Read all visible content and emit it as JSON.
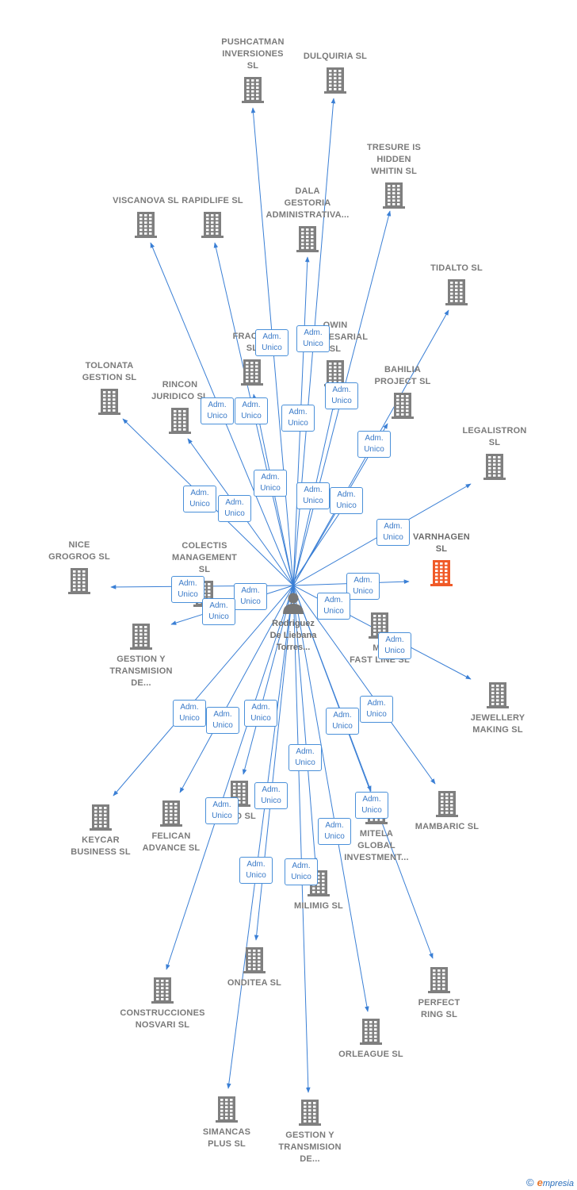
{
  "center": {
    "name": "Rodriguez\nDe Liebana\nTorres..."
  },
  "nodes": [
    {
      "id": "pushcatman",
      "label": "PUSHCATMAN\nINVERSIONES\nSL",
      "highlight": false
    },
    {
      "id": "dulquiria",
      "label": "DULQUIRIA  SL",
      "highlight": false
    },
    {
      "id": "tresure",
      "label": "TRESURE IS\nHIDDEN\nWHITIN  SL",
      "highlight": false
    },
    {
      "id": "viscanova",
      "label": "VISCANOVA  SL",
      "highlight": false
    },
    {
      "id": "rapidlife",
      "label": "RAPIDLIFE  SL",
      "highlight": false
    },
    {
      "id": "dala",
      "label": "DALA\nGESTORIA\nADMINISTRATIVA...",
      "highlight": false
    },
    {
      "id": "tidalto",
      "label": "TIDALTO  SL",
      "highlight": false
    },
    {
      "id": "frackm",
      "label": "FRACKM\nSL",
      "highlight": false
    },
    {
      "id": "owin",
      "label": "OWIN\nEMPRESARIAL\nSL",
      "highlight": false
    },
    {
      "id": "bahilia",
      "label": "BAHILIA\nPROJECT  SL",
      "highlight": false
    },
    {
      "id": "tolonata",
      "label": "TOLONATA\nGESTION  SL",
      "highlight": false
    },
    {
      "id": "rincon",
      "label": "RINCON\nJURIDICO SL",
      "highlight": false
    },
    {
      "id": "legalistron",
      "label": "LEGALISTRON\nSL",
      "highlight": false
    },
    {
      "id": "varnhagen",
      "label": "VARNHAGEN\nSL",
      "highlight": true
    },
    {
      "id": "nice",
      "label": "NICE\nGROGROG  SL",
      "highlight": false
    },
    {
      "id": "colectis",
      "label": "COLECTIS\nMANAGEMENT\nSL",
      "highlight": false
    },
    {
      "id": "gestion1",
      "label": "GESTION Y\nTRANSMISION\nDE...",
      "highlight": false
    },
    {
      "id": "fastline",
      "label": "MU\nFAST LINE  SL",
      "highlight": false
    },
    {
      "id": "jewellery",
      "label": "JEWELLERY\nMAKING  SL",
      "highlight": false
    },
    {
      "id": "keycar",
      "label": "KEYCAR\nBUSINESS  SL",
      "highlight": false
    },
    {
      "id": "felican",
      "label": "FELICAN\nADVANCE  SL",
      "highlight": false
    },
    {
      "id": "too",
      "label": "TOO  SL",
      "highlight": false
    },
    {
      "id": "mambaric",
      "label": "MAMBARIC  SL",
      "highlight": false
    },
    {
      "id": "mitela",
      "label": "MITELA\nGLOBAL\nINVESTMENT...",
      "highlight": false
    },
    {
      "id": "milimig",
      "label": "MILIMIG  SL",
      "highlight": false
    },
    {
      "id": "onditea",
      "label": "ONDITEA  SL",
      "highlight": false
    },
    {
      "id": "construcciones",
      "label": "CONSTRUCCIONES\nNOSVARI SL",
      "highlight": false
    },
    {
      "id": "perfect",
      "label": "PERFECT\nRING  SL",
      "highlight": false
    },
    {
      "id": "orleague",
      "label": "ORLEAGUE  SL",
      "highlight": false
    },
    {
      "id": "simancas",
      "label": "SIMANCAS\nPLUS  SL",
      "highlight": false
    },
    {
      "id": "gestion2",
      "label": "GESTION Y\nTRANSMISION\nDE...",
      "highlight": false
    }
  ],
  "relationship": {
    "line1": "Adm.",
    "line2": "Unico"
  },
  "colors": {
    "edge": "#3a7fd5",
    "building": "#7f7f7f",
    "highlight": "#f05a28",
    "person": "#777777"
  },
  "icons": {
    "company": "building-icon",
    "person": "person-icon"
  },
  "footer": {
    "copyright": "©",
    "brand_initial": "e",
    "brand_rest": "mpresia"
  }
}
